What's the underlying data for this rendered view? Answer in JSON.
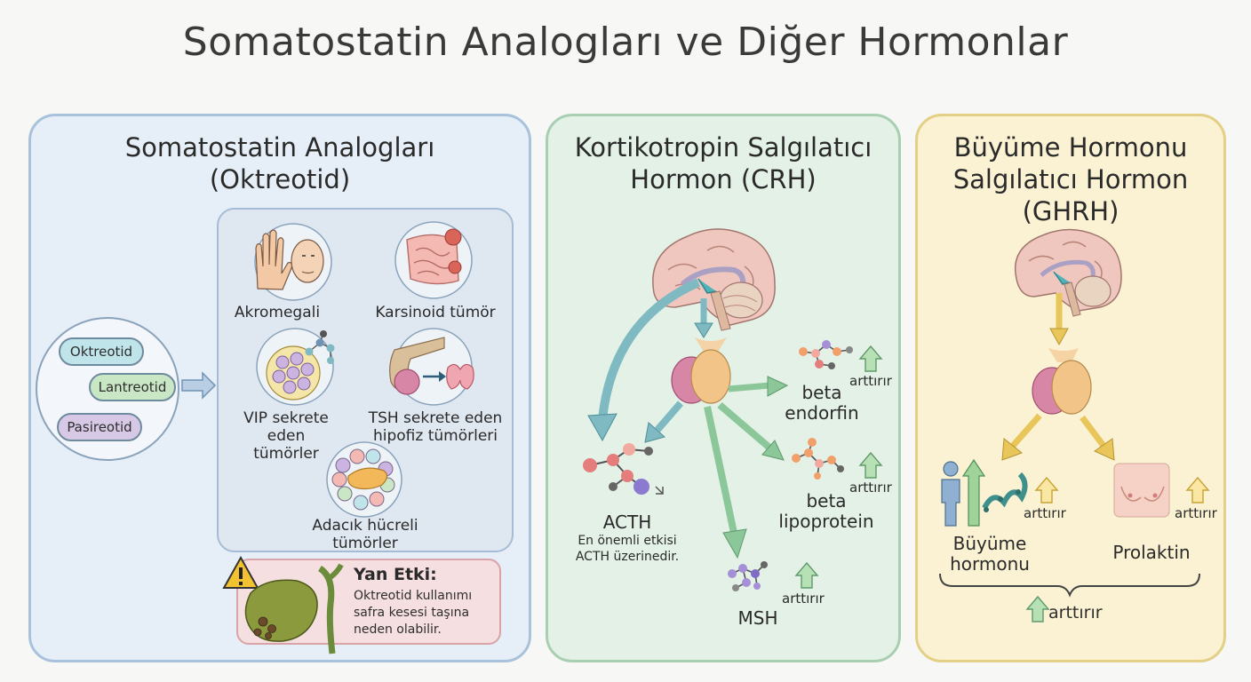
{
  "title": "Somatostatin Analogları ve Diğer Hormonlar",
  "left_panel": {
    "title_line1": "Somatostatin Analogları",
    "title_line2": "(Oktreotid)",
    "drugs": [
      "Oktreotid",
      "Lantreotid",
      "Pasireotid"
    ],
    "indications": {
      "acromegaly": "Akromegali",
      "carcinoid": "Karsinoid tümör",
      "vip_line1": "VIP sekrete",
      "vip_line2": "eden tümörler",
      "tsh_line1": "TSH sekrete eden",
      "tsh_line2": "hipofiz tümörleri",
      "islet_line1": "Adacık hücreli",
      "islet_line2": "tümörler"
    },
    "side_effect": {
      "heading": "Yan Etki:",
      "line1": "Oktreotid kullanımı",
      "line2": "safra kesesi taşına",
      "line3": "neden olabilir."
    }
  },
  "middle_panel": {
    "title_line1": "Kortikotropin Salgılatıcı",
    "title_line2": "Hormon (CRH)",
    "acth": "ACTH",
    "acth_note_line1": "En önemli etkisi",
    "acth_note_line2": "ACTH üzerinedir.",
    "beta_endorfin_line1": "beta",
    "beta_endorfin_line2": "endorfin",
    "beta_lipoprotein_line1": "beta",
    "beta_lipoprotein_line2": "lipoprotein",
    "msh": "MSH",
    "increases": "arttırır"
  },
  "right_panel": {
    "title_line1": "Büyüme Hormonu",
    "title_line2": "Salgılatıcı Hormon",
    "title_line3": "(GHRH)",
    "gh_line1": "Büyüme",
    "gh_line2": "hormonu",
    "prolactin": "Prolaktin",
    "increases": "arttırır"
  },
  "colors": {
    "left_bg": "#e6eef7",
    "middle_bg": "#e3f1e6",
    "right_bg": "#faf2d3",
    "teal_arrow": "#7fb9c2",
    "green_arrow": "#8cc79a",
    "yellow_arrow": "#e9c65a",
    "blue_arrow": "#6f93b5"
  }
}
